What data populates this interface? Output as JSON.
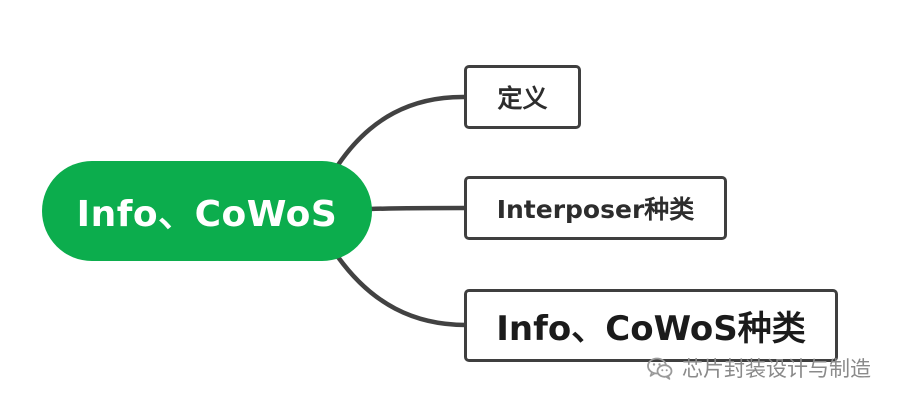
{
  "root": {
    "label": "Info、CoWoS"
  },
  "children": [
    {
      "label": "定义"
    },
    {
      "label": "Interposer种类"
    },
    {
      "label": "Info、CoWoS种类"
    }
  ],
  "watermark": {
    "text": "芯片封装设计与制造",
    "icon": "wechat-icon"
  },
  "colors": {
    "root_fill": "#0cad4d",
    "connector": "#424242",
    "node_border": "#3f3f3f"
  }
}
